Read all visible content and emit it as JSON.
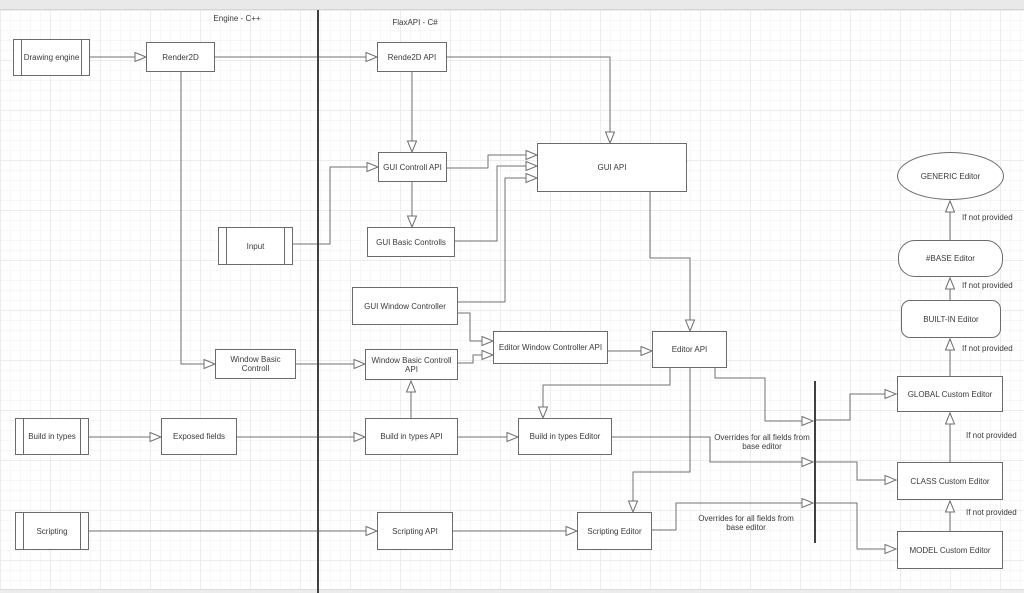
{
  "diagram": {
    "headers": {
      "engine": "Engine - C++",
      "flaxapi": "FlaxAPI - C#"
    },
    "nodes": {
      "drawing_engine": {
        "label": "Drawing engine"
      },
      "render2d": {
        "label": "Render2D"
      },
      "rende2d_api": {
        "label": "Rende2D API"
      },
      "gui_controll_api": {
        "label": "GUI Controll API"
      },
      "gui_api": {
        "label": "GUI API"
      },
      "input": {
        "label": "Input"
      },
      "gui_basic_controlls": {
        "label": "GUI Basic Controlls"
      },
      "gui_window_controller": {
        "label": "GUI Window Controller"
      },
      "window_basic_controll": {
        "label": "Window Basic Controll"
      },
      "window_basic_controll_api": {
        "label": "Window Basic Controll API"
      },
      "editor_window_controller_api": {
        "label": "Editor Window Controller API"
      },
      "editor_api": {
        "label": "Editor API"
      },
      "build_in_types": {
        "label": "Build in types"
      },
      "exposed_fields": {
        "label": "Exposed fields"
      },
      "build_in_types_api": {
        "label": "Build in types API"
      },
      "build_in_types_editor": {
        "label": "Build in types Editor"
      },
      "scripting": {
        "label": "Scripting"
      },
      "scripting_api": {
        "label": "Scripting API"
      },
      "scripting_editor": {
        "label": "Scripting Editor"
      },
      "generic_editor": {
        "label": "GENERIC Editor"
      },
      "base_editor": {
        "label": "#BASE Editor"
      },
      "builtin_editor": {
        "label": "BUILT-IN Editor"
      },
      "global_custom_editor": {
        "label": "GLOBAL Custom Editor"
      },
      "class_custom_editor": {
        "label": "CLASS Custom Editor"
      },
      "model_custom_editor": {
        "label": "MODEL Custom Editor"
      }
    },
    "annotations": {
      "if_not_provided": "If not provided",
      "overrides_line1": "Overrides for all fields from",
      "overrides_line2": "base editor"
    },
    "colors": {
      "canvas_bg": "#ffffff",
      "chrome_bg": "#e9e9e9",
      "node_border": "#6b6b6b",
      "edge": "#707070",
      "divider": "#404040",
      "text": "#3a3a3a"
    }
  }
}
